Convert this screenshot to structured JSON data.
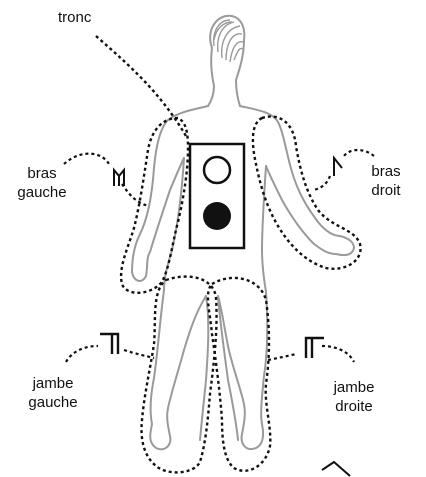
{
  "labels": {
    "tronc": "tronc",
    "bras_gauche": [
      "bras",
      "gauche"
    ],
    "bras_droit": [
      "bras",
      "droit"
    ],
    "jambe_gauche": [
      "jambe",
      "gauche"
    ],
    "jambe_droite": [
      "jambe",
      "droite"
    ]
  },
  "colors": {
    "body_outline": "#9a9a9a",
    "dotted_region": "#111111",
    "marker": "#111111",
    "background": "#ffffff"
  },
  "icons": {
    "hair": "hair-icon",
    "marker_empty": "circle-outline-icon",
    "marker_filled": "circle-filled-icon",
    "hand_sign": "hand-sign-icon"
  }
}
